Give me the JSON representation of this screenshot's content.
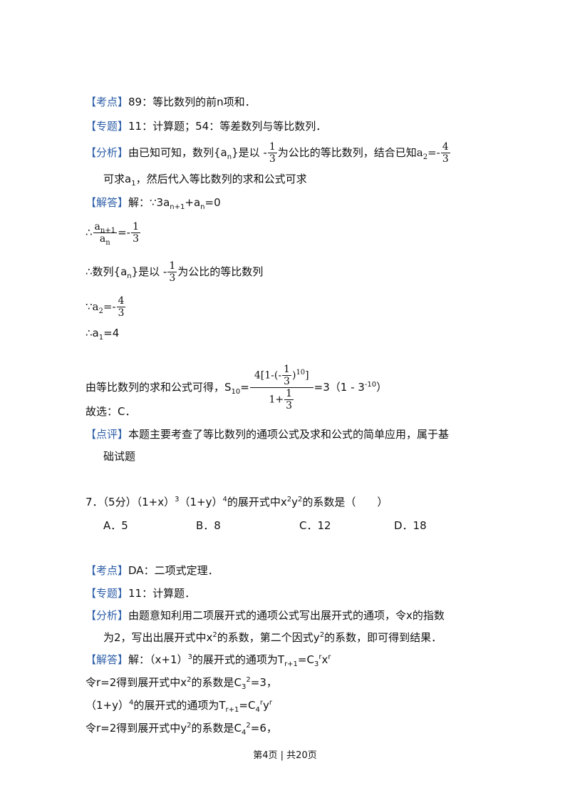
{
  "tags": {
    "kaodian": "【考点】",
    "zhuanti": "【专题】",
    "fenxi": "【分析】",
    "jieda": "【解答】",
    "dianping": "【点评】"
  },
  "block1": {
    "kaodian_text": "89：等比数列的前n项和．",
    "zhuanti_text": "11：计算题；54：等差数列与等比数列．",
    "fenxi_pre": "由已知可知，数列{a",
    "fenxi_sub_n": "n",
    "fenxi_mid": "}是以 -",
    "frac_1": "1",
    "frac_3": "3",
    "fenxi_post": "为公比的等比数列，结合已知",
    "a2_label": "a",
    "a2_sub": "2",
    "a2_eq": "=-",
    "frac_4": "4",
    "fenxi_line2_pre": "可求a",
    "fenxi_line2_sub": "1",
    "fenxi_line2_post": "，然后代入等比数列的求和公式可求",
    "jieda_pre": "解：∵3a",
    "jieda_sub1": "n+1",
    "jieda_mid": "+a",
    "jieda_sub2": "n",
    "jieda_post": "=0",
    "ratio_prefix": "∴",
    "ratio_num": "a",
    "ratio_num_sub": "n+1",
    "ratio_den": "a",
    "ratio_den_sub": "n",
    "ratio_eq": "=-",
    "seq_line_pre": "∴数列{a",
    "seq_line_sub": "n",
    "seq_line_mid": "}是以 -",
    "seq_line_post": "为公比的等比数列",
    "because": "∵",
    "a1_line_pre": "∴a",
    "a1_line_sub": "1",
    "a1_line_post": "=4",
    "sum_pre": "由等比数列的求和公式可得，S",
    "sum_sub": "10",
    "sum_eq": "=",
    "sum_num": "4[1-(-",
    "sum_num_exp": "10",
    "sum_num_close": ")",
    "sum_num_end": "]",
    "sum_den_pre": "1+",
    "sum_result": "=3（1 - 3",
    "sum_result_exp": "-10",
    "sum_result_close": "）",
    "answer": "故选：C．",
    "dianping_text": "本题主要考查了等比数列的通项公式及求和公式的简单应用，属于基",
    "dianping_line2": "础试题"
  },
  "question7": {
    "stem_pre": "7．（5分）（1+x）",
    "stem_exp1": "3",
    "stem_mid": "（1+y）",
    "stem_exp2": "4",
    "stem_post1": "的展开式中x",
    "stem_exp3": "2",
    "stem_post2": "y",
    "stem_exp4": "2",
    "stem_post3": "的系数是（　　）",
    "options": [
      "A．5",
      "B．8",
      "C．12",
      "D．18"
    ]
  },
  "block2": {
    "kaodian_text": "DA：二项式定理．",
    "zhuanti_text": "11：计算题．",
    "fenxi_text": "由题意知利用二项展开式的通项公式写出展开式的通项，令x的指数",
    "fenxi_line2_pre": "为2，写出出展开式中x",
    "fenxi_line2_exp": "2",
    "fenxi_line2_mid": "的系数，第二个因式y",
    "fenxi_line2_exp2": "2",
    "fenxi_line2_post": "的系数，即可得到结果．",
    "jieda_pre": "解：（x+1）",
    "jieda_exp": "3",
    "jieda_mid": "的展开式的通项为T",
    "jieda_sub": "r+1",
    "jieda_eq": "=C",
    "jieda_sub2": "3",
    "jieda_exp2": "r",
    "jieda_post": "x",
    "jieda_exp3": "r",
    "line2_pre": "令r=2得到展开式中x",
    "line2_exp": "2",
    "line2_mid": "的系数是C",
    "line2_sub": "3",
    "line2_exp2": "2",
    "line2_post": "=3，",
    "line3_pre": "（1+y）",
    "line3_exp": "4",
    "line3_mid": "的展开式的通项为T",
    "line3_sub": "r+1",
    "line3_eq": "=C",
    "line3_sub2": "4",
    "line3_exp2": "r",
    "line3_post": "y",
    "line3_exp3": "r",
    "line4_pre": "令r=2得到展开式中y",
    "line4_exp": "2",
    "line4_mid": "的系数是C",
    "line4_sub": "4",
    "line4_exp2": "2",
    "line4_post": "=6，"
  },
  "footer": "第4页 | 共20页"
}
